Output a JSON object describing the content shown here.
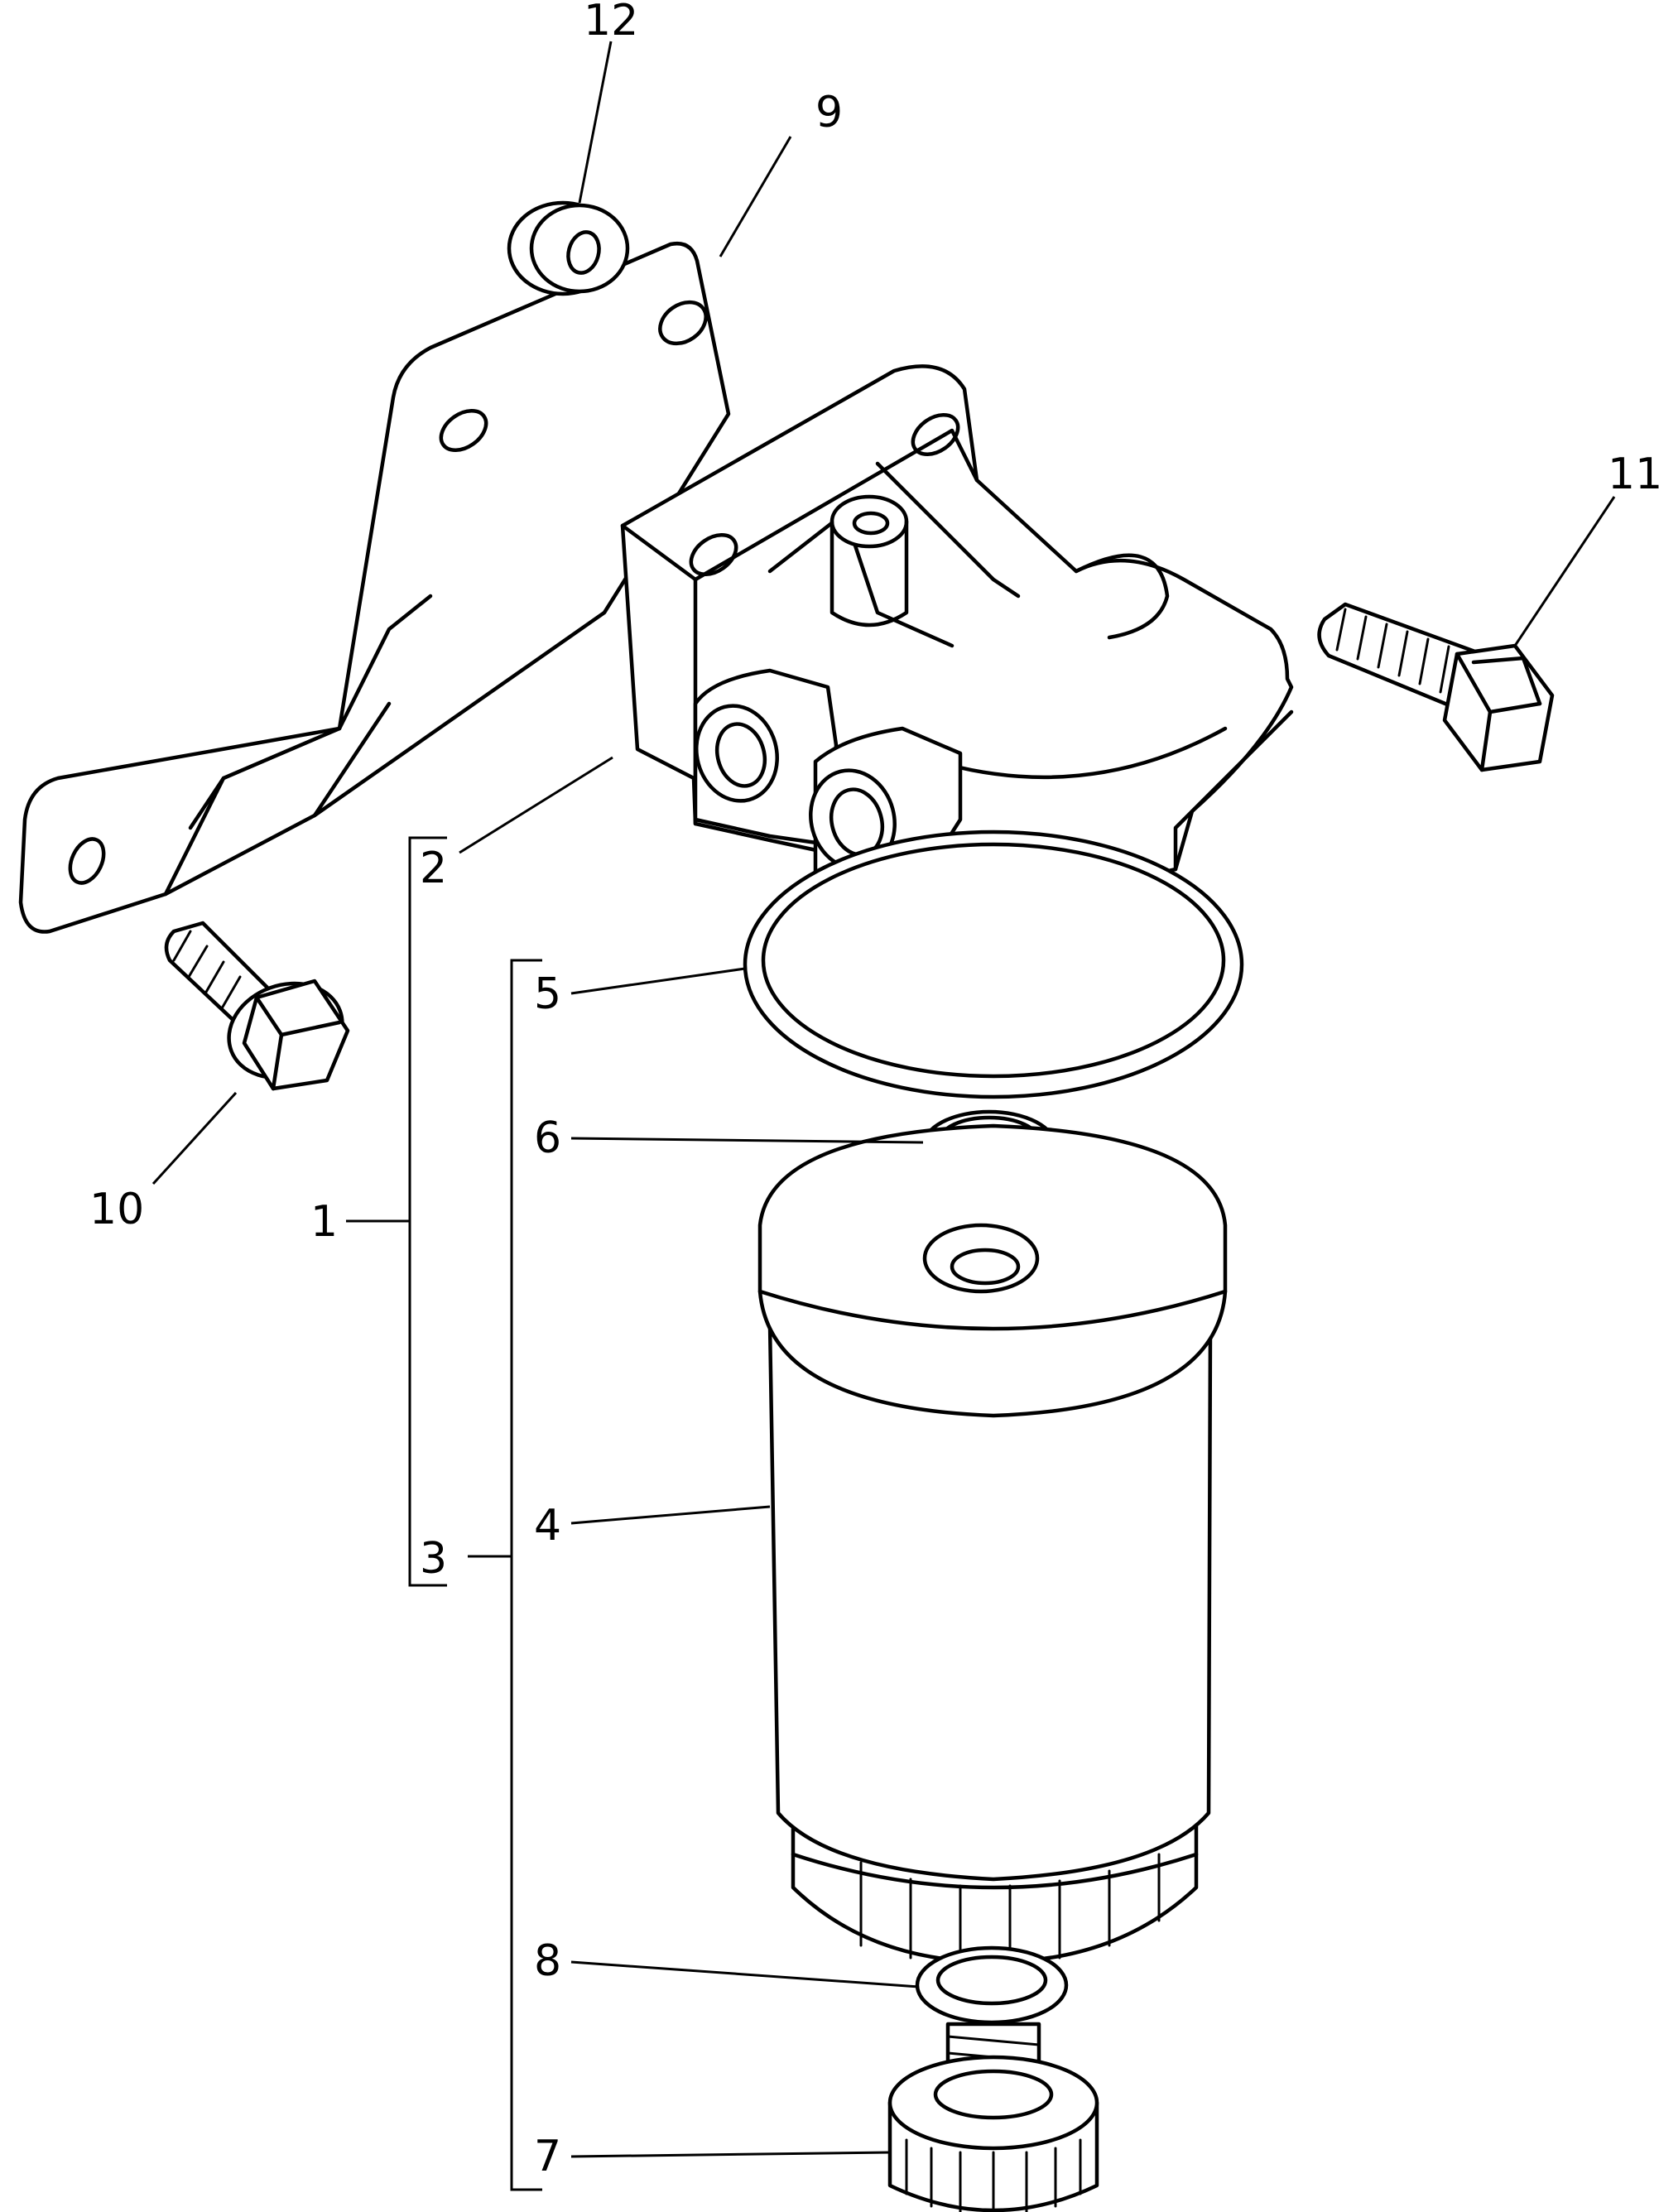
{
  "callouts": {
    "c1": "1",
    "c2": "2",
    "c3": "3",
    "c4": "4",
    "c5": "5",
    "c6": "6",
    "c7": "7",
    "c8": "8",
    "c9": "9",
    "c10": "10",
    "c11": "11",
    "c12": "12"
  },
  "colors": {
    "line": "#000000",
    "background": "#ffffff"
  }
}
